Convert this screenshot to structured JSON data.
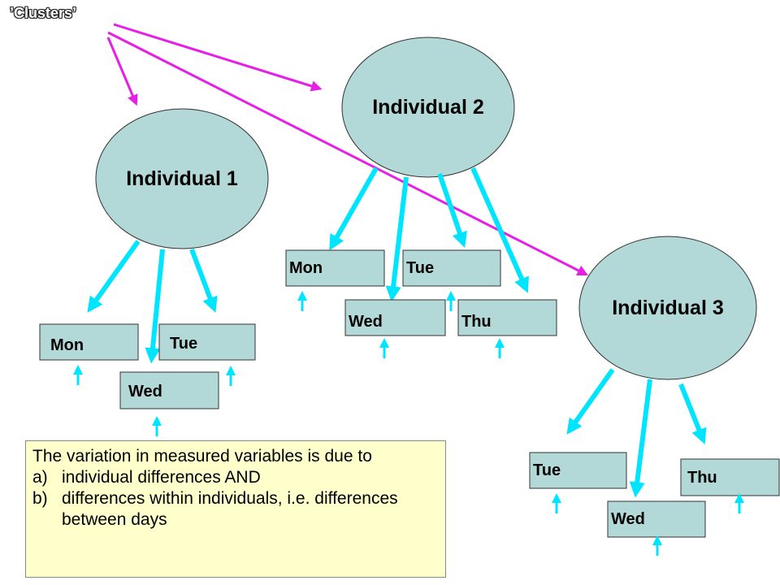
{
  "clusters_label": "’Clusters’",
  "individuals": [
    {
      "label": "Individual 1",
      "days": [
        "Mon",
        "Tue",
        "Wed"
      ]
    },
    {
      "label": "Individual 2",
      "days": [
        "Mon",
        "Tue",
        "Wed",
        "Thu"
      ]
    },
    {
      "label": "Individual 3",
      "days": [
        "Tue",
        "Thu",
        "Wed"
      ]
    }
  ],
  "note": {
    "intro": "The variation in measured variables is due to",
    "points": [
      {
        "marker": "a)",
        "text": "individual differences AND"
      },
      {
        "marker": "b)",
        "text": "differences within individuals, i.e. differences between days"
      }
    ]
  },
  "colors": {
    "ellipse_fill": "#b2d8d8",
    "box_fill": "#b2d8d8",
    "cyan_arrow": "#00e5ff",
    "magenta_arrow": "#e61ee6",
    "note_fill": "#ffffcc"
  }
}
